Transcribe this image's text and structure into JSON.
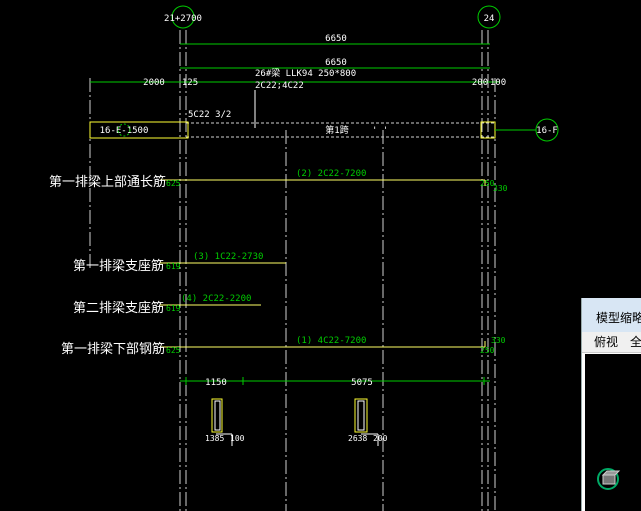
{
  "axes": {
    "left_bubble": "21+2700",
    "right_bubble": "24"
  },
  "dimensions": {
    "top_total_1": "6650",
    "top_total_2": "6650",
    "left_overhang": "2000",
    "left_offset": "125",
    "right_offset_1": "200",
    "right_offset_2": "100",
    "bottom_1": "1150",
    "bottom_2": "5075"
  },
  "beam": {
    "title": "26#梁 LLK94 250*800",
    "reinf": "2C22;4C22",
    "top_note": "5C22 3/2",
    "left_support_tag": "16-E-1500",
    "span_label": "第1跨",
    "right_tag": "16-F"
  },
  "rows": [
    {
      "label": "第一排梁上部通长筋",
      "left_val": "625",
      "spec": "(2) 2C22-7200",
      "right_val1": "250",
      "right_val2": "330"
    },
    {
      "label": "第一排梁支座筋",
      "left_val": "619",
      "spec": "(3) 1C22-2730"
    },
    {
      "label": "第二排梁支座筋",
      "left_val": "619",
      "spec": "(4) 2C22-2200"
    },
    {
      "label": "第一排梁下部钢筋",
      "left_val": "625",
      "spec": "(1) 4C22-7200",
      "right_val1": "250",
      "right_val2": "330"
    }
  ],
  "sections": [
    {
      "label": "1385",
      "label2": "100"
    },
    {
      "label": "2638",
      "label2": "200"
    }
  ],
  "thumbnail": {
    "title": "模型缩略",
    "tab_top": "俯视",
    "tab_all": "全"
  },
  "colors": {
    "green": "#00cc00",
    "white": "#ffffff",
    "yellow": "#ffff33",
    "background": "#000000"
  },
  "icons": [
    "axis-bubble",
    "view-cube-icon"
  ]
}
